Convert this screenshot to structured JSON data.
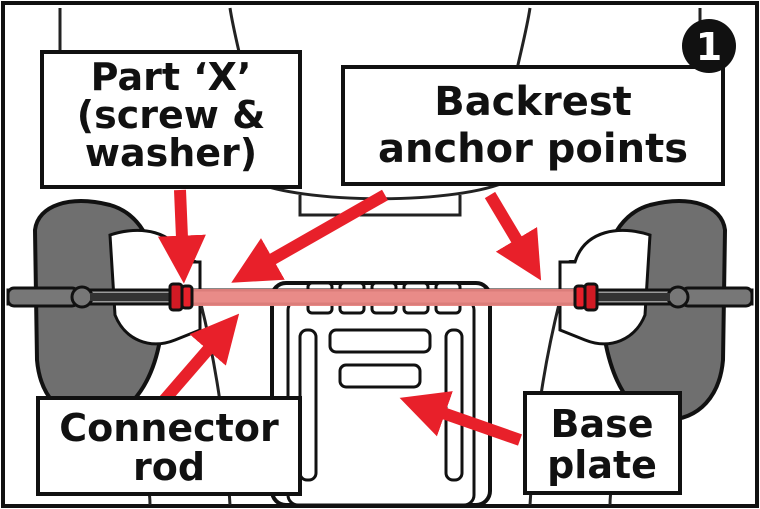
{
  "step_badge": "1",
  "labels": {
    "part_x": [
      "Part ‘X’",
      "(screw &",
      "washer)"
    ],
    "backrest_anchor": [
      "Backrest",
      "anchor points"
    ],
    "connector_rod": [
      "Connector",
      "rod"
    ],
    "base_plate": [
      "Base",
      "plate"
    ]
  },
  "colors": {
    "arrow": "#e8202a",
    "rod_highlight": "#f28a86",
    "seat_shell": "#6f6f6f",
    "outline": "#111111",
    "panel": "#ffffff"
  }
}
